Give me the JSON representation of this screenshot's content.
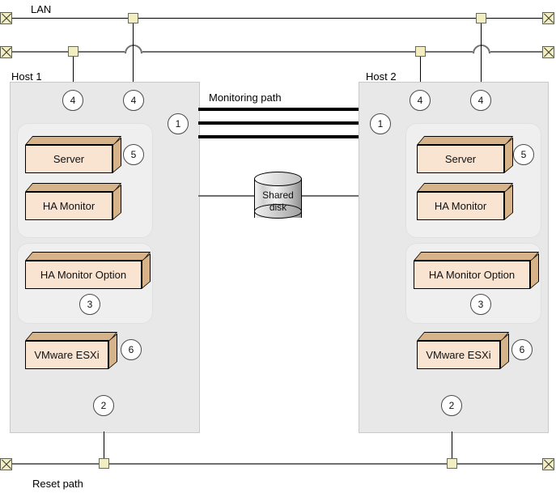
{
  "diagram": {
    "title_labels": {
      "lan": "LAN",
      "host1": "Host 1",
      "host2": "Host 2",
      "monitoring_path": "Monitoring path",
      "reset_path": "Reset path"
    },
    "shared_disk": {
      "line1": "Shared",
      "line2": "disk"
    },
    "hosts": [
      {
        "name": "Host 1",
        "badges": {
          "network": "1",
          "reset": "2",
          "option": "3",
          "nic": "4",
          "app": "5",
          "hypervisor": "6"
        },
        "components": [
          {
            "label": "Server"
          },
          {
            "label": "HA Monitor"
          },
          {
            "label": "HA Monitor Option"
          },
          {
            "label": "VMware ESXi"
          }
        ]
      },
      {
        "name": "Host 2",
        "badges": {
          "network": "1",
          "reset": "2",
          "option": "3",
          "nic": "4",
          "app": "5",
          "hypervisor": "6"
        },
        "components": [
          {
            "label": "Server"
          },
          {
            "label": "HA Monitor"
          },
          {
            "label": "HA Monitor Option"
          },
          {
            "label": "VMware ESXi"
          }
        ]
      }
    ],
    "colors": {
      "box_face": "#f9e4d2",
      "box_shade": "#d7b389",
      "host_panel": "#e8e8e8",
      "group_panel": "#efefef",
      "connector_square": "#f2eec2",
      "monitoring_line": "#000000",
      "lan_line_upper": "#000000",
      "lan_line_lower": "#6f6f6f"
    }
  }
}
